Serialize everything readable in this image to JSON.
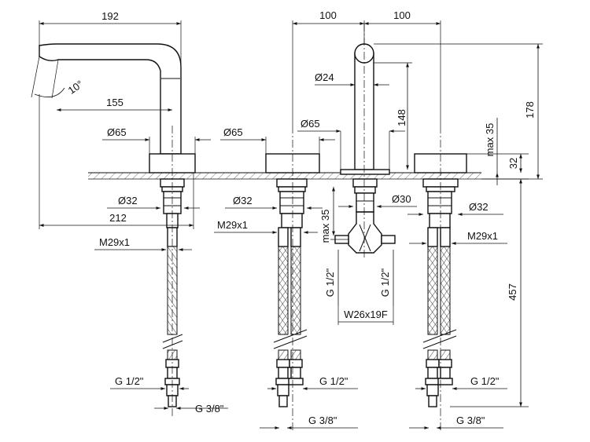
{
  "drawing": {
    "dimensions": {
      "spout_height_192": "192",
      "spacing_left_100": "100",
      "spacing_right_100": "100",
      "spout_reach_155": "155",
      "reach_212": "212",
      "angle_10": "10°",
      "dia65_spout": "Ø65",
      "dia65_valve": "Ø65",
      "dia65_spray": "Ø65",
      "dia24": "Ø24",
      "dia32_spout": "Ø32",
      "dia32_valve": "Ø32",
      "dia32_right": "Ø32",
      "dia30": "Ø30",
      "thread_m29_left": "M29x1",
      "thread_m29_mid": "M29x1",
      "thread_m29_right": "M29x1",
      "height_148": "148",
      "height_178": "178",
      "height_32": "32",
      "max35_right": "max 35",
      "max35_mid": "max 35",
      "g12_mid_left": "G 1/2\"",
      "g12_mid_right": "G 1/2\"",
      "w26": "W26x19F",
      "hose_457": "457",
      "g12_left": "G 1/2\"",
      "g38_left": "G 3/8\"",
      "g12_center": "G 1/2\"",
      "g38_center": "G 3/8\"",
      "g12_right": "G 1/2\"",
      "g38_right": "G 3/8\""
    }
  }
}
